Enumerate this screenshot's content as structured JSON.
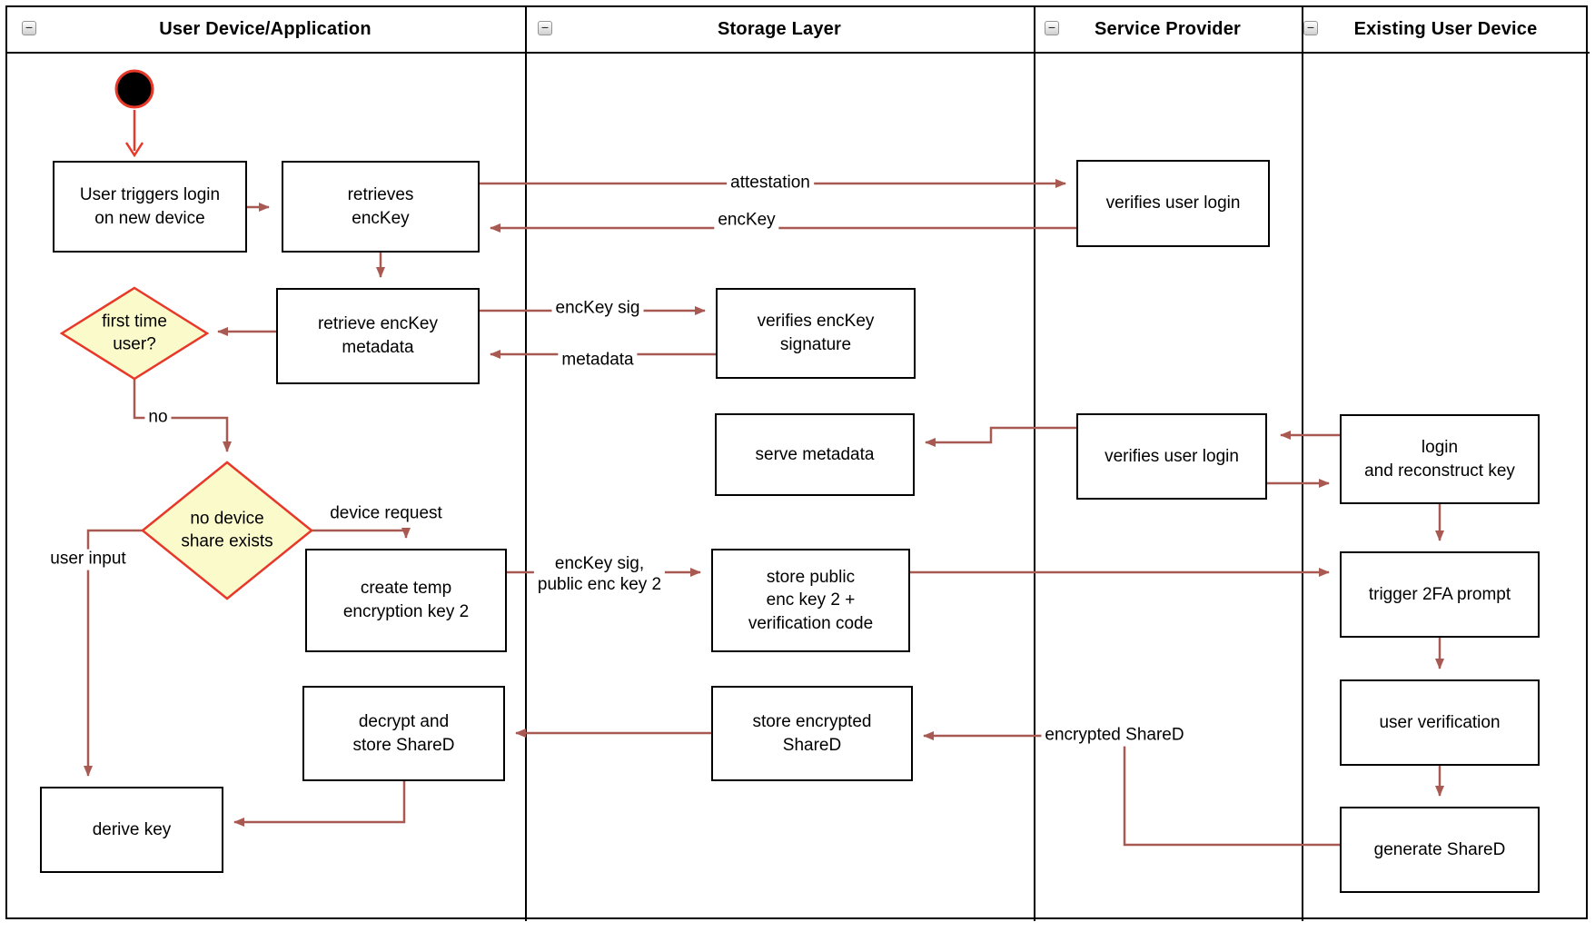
{
  "colors": {
    "arrow": "#a85a52",
    "accent_red": "#e8382a",
    "diamond_fill": "#fbfacb",
    "node_border": "#000000",
    "node_fill": "#ffffff"
  },
  "lanes": [
    {
      "label": "User Device/Application",
      "collapse_glyph": "−"
    },
    {
      "label": "Storage Layer",
      "collapse_glyph": "−"
    },
    {
      "label": "Service Provider",
      "collapse_glyph": "−"
    },
    {
      "label": "Existing User Device",
      "collapse_glyph": "−"
    }
  ],
  "nodes": {
    "user_triggers_login": {
      "label": "User triggers login\non new device"
    },
    "retrieves_enckey": {
      "label": "retrieves\nencKey"
    },
    "retrieve_enckey_metadata": {
      "label": "retrieve encKey\nmetadata"
    },
    "first_time_user": {
      "label": "first time\nuser?"
    },
    "no_device_share": {
      "label": "no device\nshare exists"
    },
    "create_temp_key": {
      "label": "create temp\nencryption key 2"
    },
    "decrypt_store_shared": {
      "label": "decrypt and\nstore ShareD"
    },
    "derive_key": {
      "label": "derive key"
    },
    "verifies_enckey_signature": {
      "label": "verifies encKey\nsignature"
    },
    "serve_metadata": {
      "label": "serve metadata"
    },
    "store_public_key": {
      "label": "store public\nenc key 2 +\nverification code"
    },
    "store_encrypted_shared": {
      "label": "store encrypted\nShareD"
    },
    "verifies_user_login_1": {
      "label": "verifies user login"
    },
    "verifies_user_login_2": {
      "label": "verifies user login"
    },
    "login_reconstruct": {
      "label": "login\nand reconstruct key"
    },
    "trigger_2fa": {
      "label": "trigger 2FA prompt"
    },
    "user_verification": {
      "label": "user verification"
    },
    "generate_shared": {
      "label": "generate ShareD"
    }
  },
  "edge_labels": {
    "attestation": "attestation",
    "enckey": "encKey",
    "enckey_sig": "encKey sig",
    "metadata": "metadata",
    "no": "no",
    "device_request": "device request",
    "enckey_sig_public": "encKey sig,\npublic enc key 2",
    "user_input": "user input",
    "encrypted_shared": "encrypted ShareD"
  }
}
